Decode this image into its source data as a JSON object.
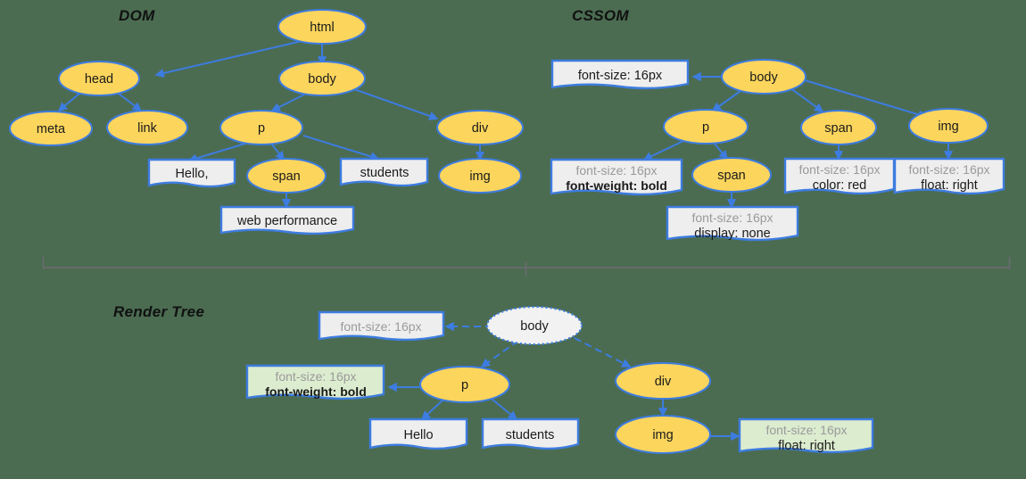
{
  "diagram": {
    "background_color": "#4b6c51",
    "node_fill": "#fcd55d",
    "node_stroke": "#3d7ce0",
    "doc_gray_fill": "#eeeeee",
    "doc_green_fill": "#dceccf",
    "dim_text_color": "#9a9a9a",
    "divider_color": "#6e6a72"
  },
  "sections": {
    "dom": {
      "title": "DOM"
    },
    "cssom": {
      "title": "CSSOM"
    },
    "render": {
      "title": "Render Tree"
    }
  },
  "dom_nodes": {
    "html": "html",
    "head": "head",
    "body": "body",
    "meta": "meta",
    "link": "link",
    "p": "p",
    "div": "div",
    "hello": "Hello,",
    "span": "span",
    "students": "students",
    "img": "img",
    "web_performance": "web performance"
  },
  "cssom_nodes": {
    "body": "body",
    "p": "p",
    "span_child": "span",
    "span": "span",
    "img": "img",
    "body_rule": {
      "line1": "font-size: 16px"
    },
    "p_rule": {
      "line1": "font-size: 16px",
      "line2": "font-weight: bold"
    },
    "span_child_rule": {
      "line1": "font-size: 16px",
      "line2": "display: none"
    },
    "span_rule": {
      "line1": "font-size: 16px",
      "line2": "color: red"
    },
    "img_rule": {
      "line1": "font-size: 16px",
      "line2": "float: right"
    }
  },
  "render_nodes": {
    "body": "body",
    "p": "p",
    "div": "div",
    "img": "img",
    "hello": "Hello",
    "students": "students",
    "body_rule": {
      "line1": "font-size: 16px"
    },
    "p_rule": {
      "line1": "font-size: 16px",
      "line2": "font-weight: bold"
    },
    "img_rule": {
      "line1": "font-size: 16px",
      "line2": "float: right"
    }
  }
}
